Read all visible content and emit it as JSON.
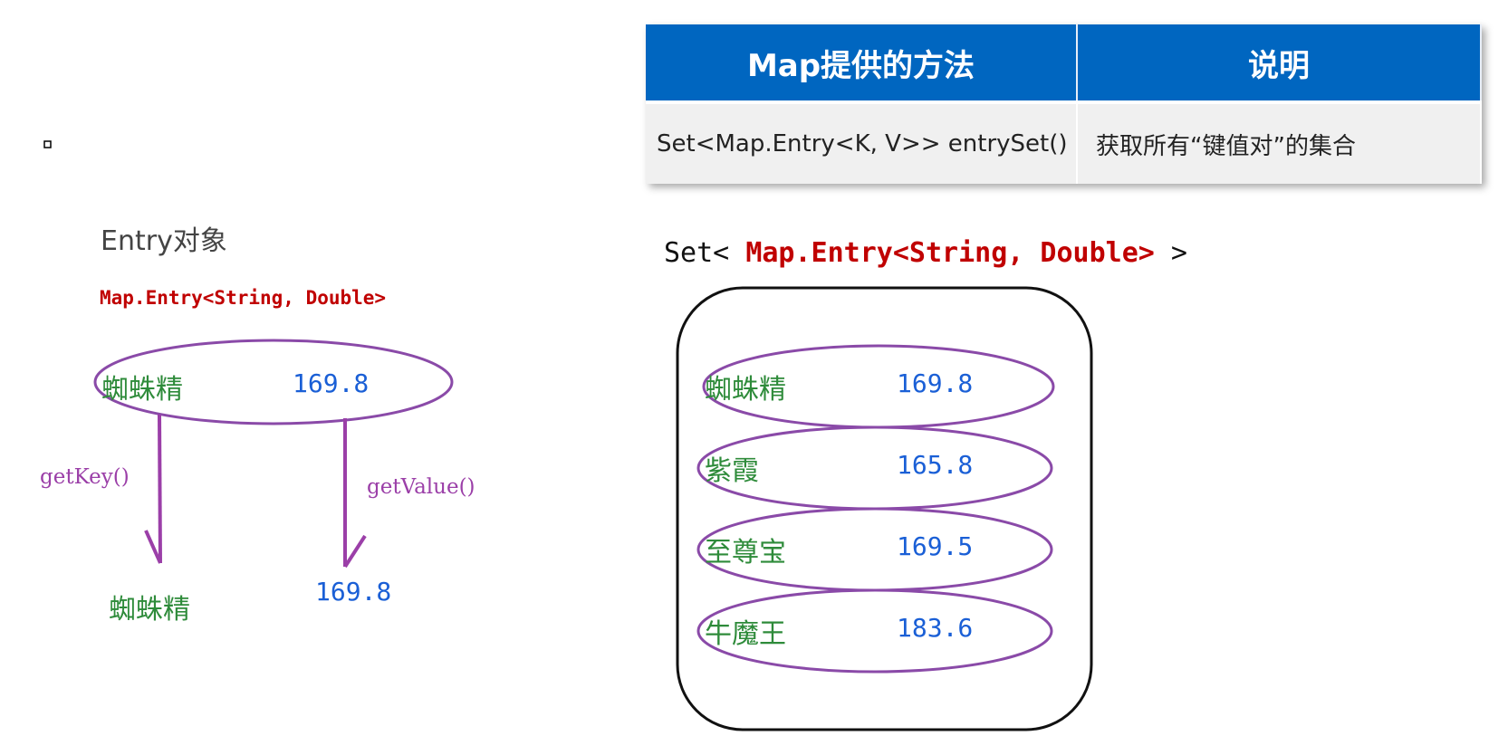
{
  "left": {
    "title": "Entry对象",
    "type_label": "Map.Entry<String, Double>",
    "entry": {
      "key": "蜘蛛精",
      "value": "169.8"
    },
    "get_key_label": "getKey()",
    "get_value_label": "getValue()",
    "result_key": "蜘蛛精",
    "result_value": "169.8"
  },
  "table": {
    "headers": [
      "Map提供的方法",
      "说明"
    ],
    "rows": [
      {
        "method": "Set<Map.Entry<K, V>> entrySet()",
        "desc": "获取所有“键值对”的集合"
      }
    ]
  },
  "right": {
    "set_prefix": "Set< ",
    "set_type": "Map.Entry<String, Double>",
    "set_suffix": " >",
    "entries": [
      {
        "key": "蜘蛛精",
        "value": "169.8"
      },
      {
        "key": "紫霞",
        "value": "165.8"
      },
      {
        "key": "至尊宝",
        "value": "169.5"
      },
      {
        "key": "牛魔王",
        "value": "183.6"
      }
    ]
  },
  "colors": {
    "accent": "#0066c0",
    "ellipse": "#8a4aa8",
    "key": "#2e8b3a",
    "value": "#1a5fd6",
    "type": "#c00000"
  }
}
